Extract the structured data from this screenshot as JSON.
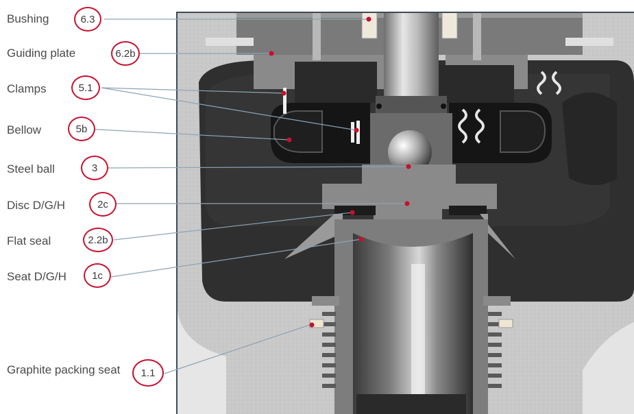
{
  "callouts": [
    {
      "label": "Bushing",
      "number": "6.3"
    },
    {
      "label": "Guiding plate",
      "number": "6.2b"
    },
    {
      "label": "Clamps",
      "number": "5.1"
    },
    {
      "label": "Bellow",
      "number": "5b"
    },
    {
      "label": "Steel ball",
      "number": "3"
    },
    {
      "label": "Disc D/G/H",
      "number": "2c"
    },
    {
      "label": "Flat seal",
      "number": "2.2b"
    },
    {
      "label": "Seat D/G/H",
      "number": "1c"
    },
    {
      "label": "Graphite packing seat",
      "number": "1.1"
    }
  ],
  "colors": {
    "accent": "#c8102e",
    "leader": "#8ca3b5",
    "label_text": "#4a4a4a",
    "frame": "#3d4a57"
  }
}
